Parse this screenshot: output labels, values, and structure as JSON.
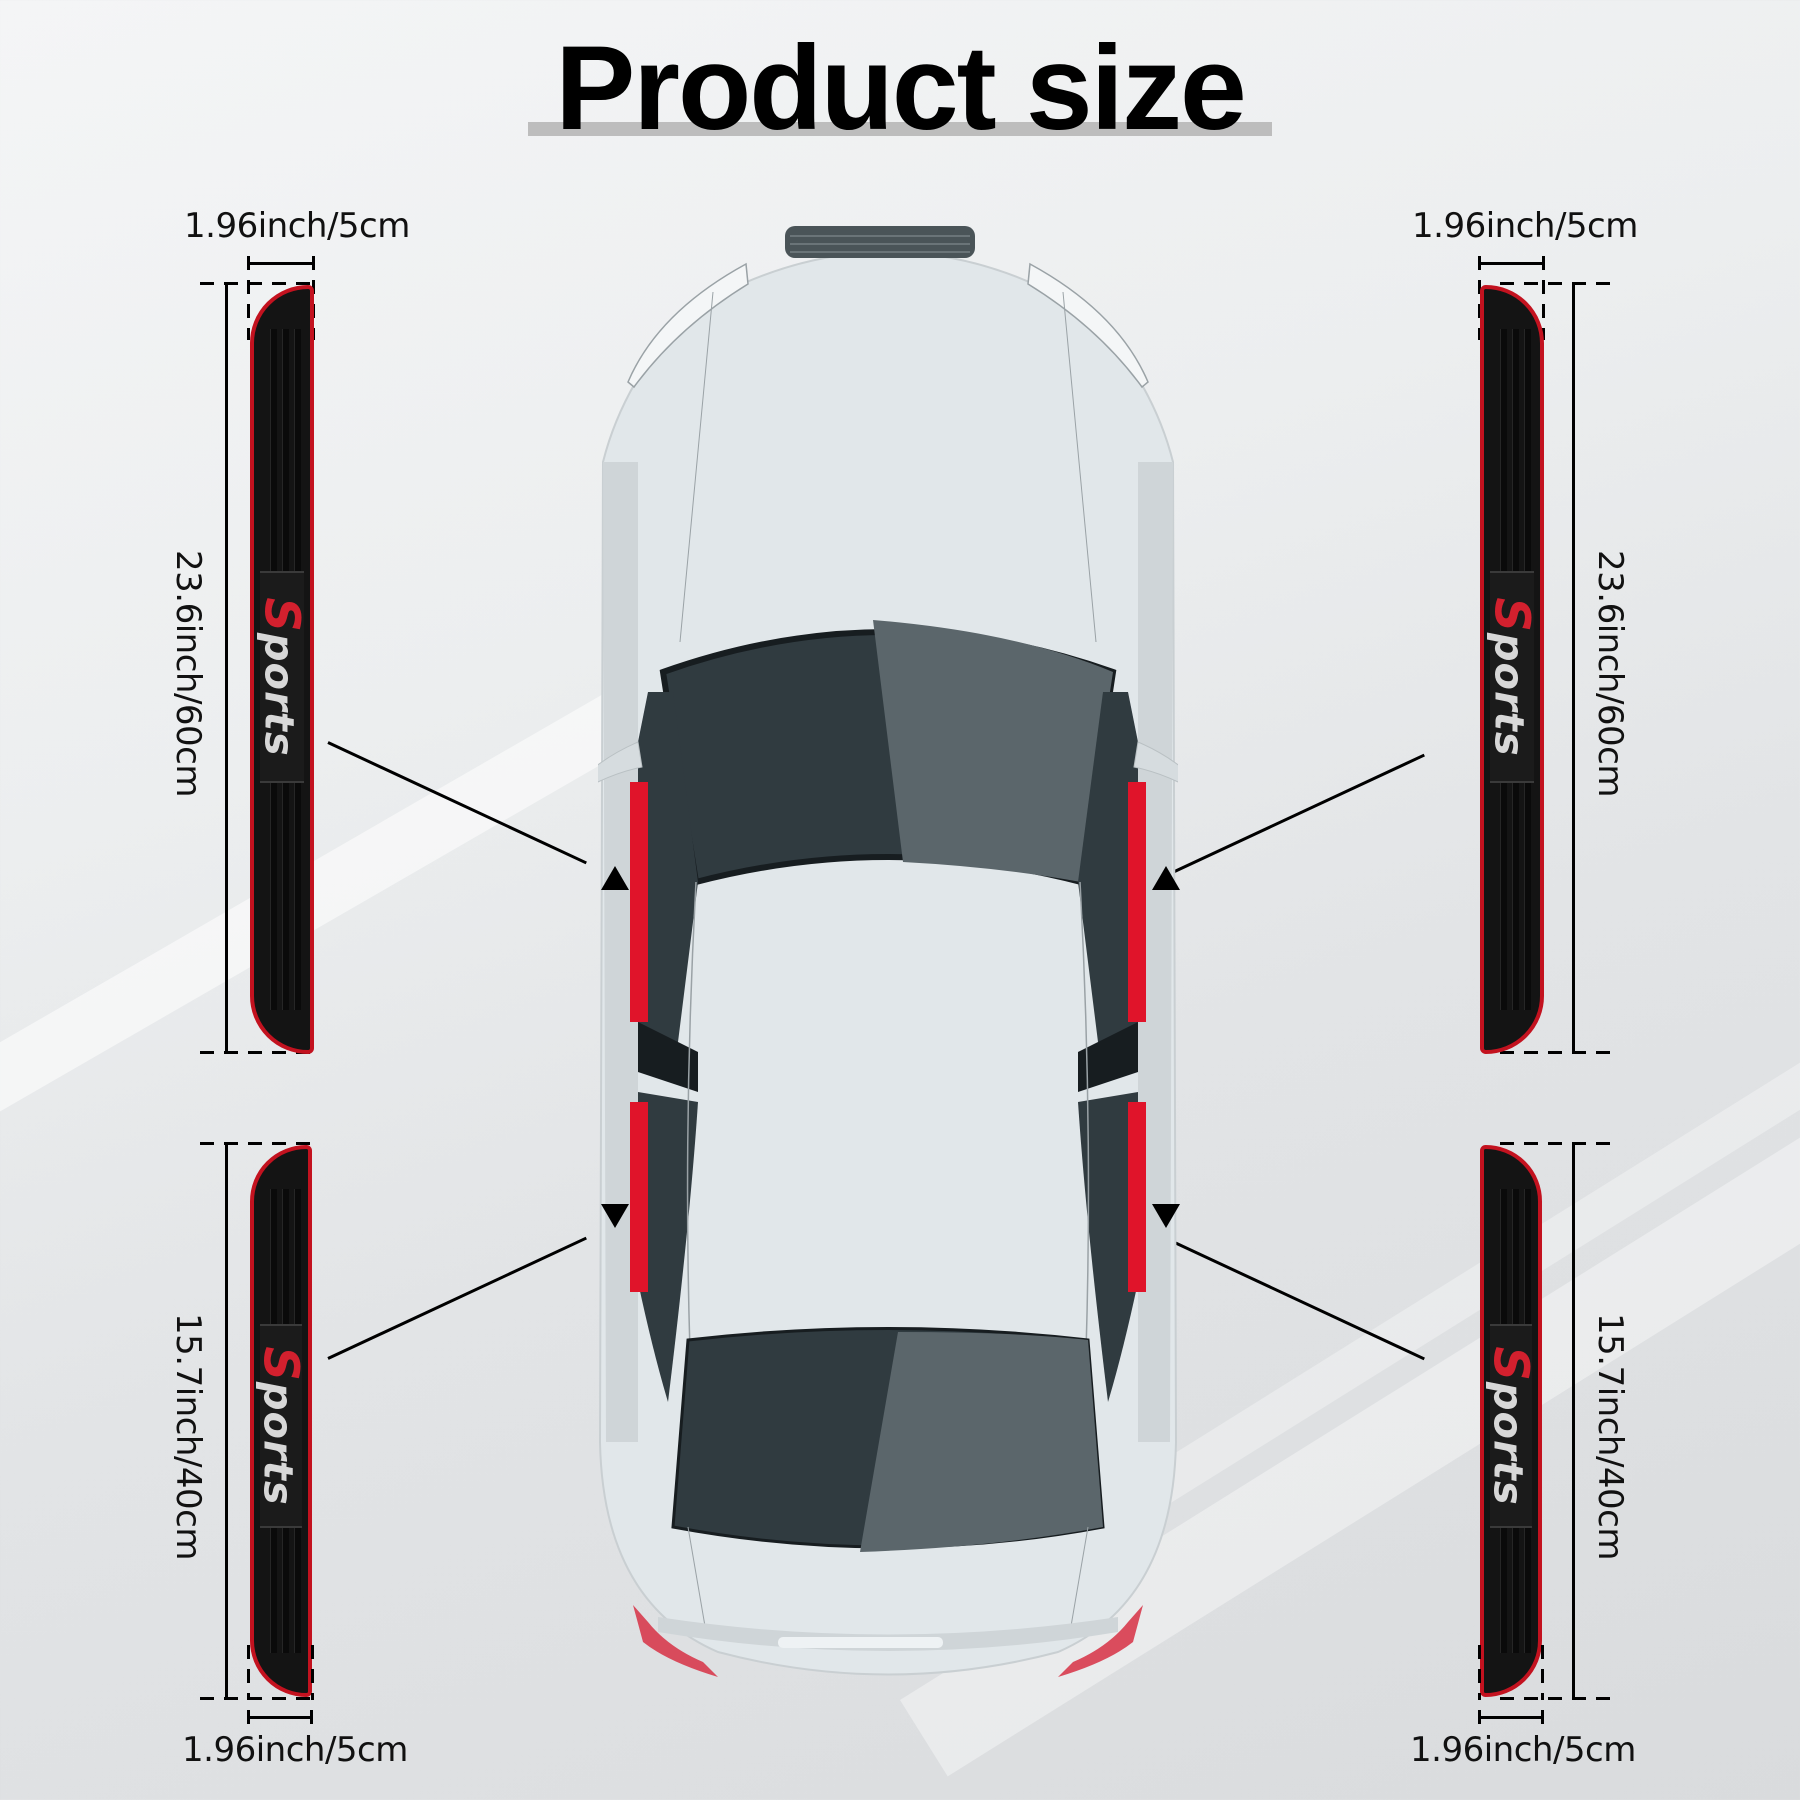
{
  "title": "Product size",
  "colors": {
    "strip_body": "#141414",
    "strip_edge": "#c3121f",
    "badge_red": "#d3202e",
    "badge_silver": "#d8d8d8",
    "car_body": "#e1e7ea",
    "car_glass_dark": "#303b40",
    "car_glass_light": "#5b666b",
    "door_marker": "#e0142a"
  },
  "strips": [
    {
      "id": "front-left",
      "width_label": "1.96inch/5cm",
      "length_label": "23.6inch/60cm",
      "badge": {
        "initial": "S",
        "rest": "ports"
      }
    },
    {
      "id": "front-right",
      "width_label": "1.96inch/5cm",
      "length_label": "23.6inch/60cm",
      "badge": {
        "initial": "S",
        "rest": "ports"
      }
    },
    {
      "id": "rear-left",
      "width_label": "1.96inch/5cm",
      "length_label": "15.7inch/40cm",
      "badge": {
        "initial": "S",
        "rest": "ports"
      }
    },
    {
      "id": "rear-right",
      "width_label": "1.96inch/5cm",
      "length_label": "15.7inch/40cm",
      "badge": {
        "initial": "S",
        "rest": "ports"
      }
    }
  ]
}
